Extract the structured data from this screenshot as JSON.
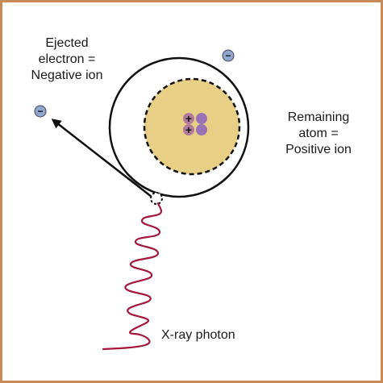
{
  "labels": {
    "ejected": [
      "Ejected",
      "electron =",
      "Negative ion"
    ],
    "remaining": [
      "Remaining",
      "atom =",
      "Positive ion"
    ],
    "photon": "X-ray photon"
  },
  "symbols": {
    "proton": "+",
    "electron": "−"
  },
  "colors": {
    "border": "#c88a57",
    "nucleus_fill": "#e8cf86",
    "proton_fill": "#b07a9a",
    "neutron_fill": "#9b72b6",
    "electron_fill": "#8fa7cc",
    "photon_wave": "#a3173a",
    "lines": "#111111"
  },
  "icons": {
    "electron": "electron-icon",
    "proton": "proton-icon",
    "neutron": "neutron-icon",
    "vacancy": "electron-vacancy-icon",
    "arrow": "ejection-arrow-icon",
    "photon": "photon-wave-icon"
  }
}
